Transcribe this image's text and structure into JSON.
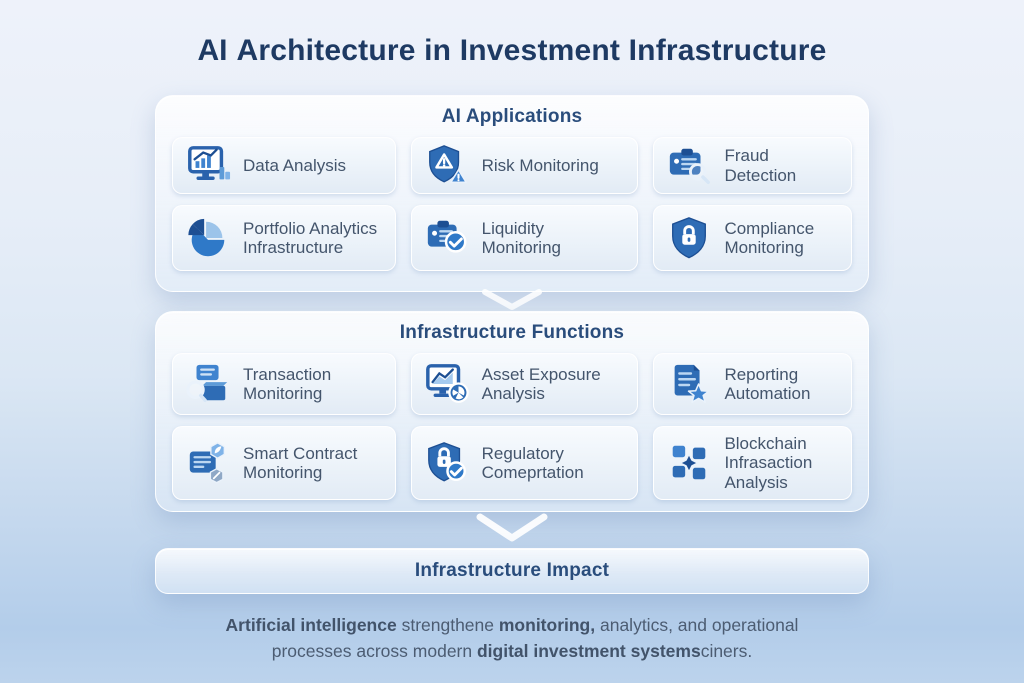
{
  "title": {
    "prefix": "AI",
    "rest": "Architecture in Investment Infrastructure"
  },
  "sections": [
    {
      "header": "AI Applications",
      "cards": [
        {
          "label": "Data Analysis",
          "icon": "monitor-chart-icon"
        },
        {
          "label": "Risk Monitoring",
          "icon": "shield-warning-icon"
        },
        {
          "label": "Fraud Detection",
          "icon": "wallet-search-icon"
        },
        {
          "label": "Portfolio Analytics Infrastructure",
          "icon": "pie-chart-icon"
        },
        {
          "label": "Liquidity Monitoring",
          "icon": "card-check-icon"
        },
        {
          "label": "Compliance Monitoring",
          "icon": "shield-lock-icon"
        }
      ]
    },
    {
      "header": "Infrastructure Functions",
      "cards": [
        {
          "label": "Transaction Monitoring",
          "icon": "document-search-box-icon"
        },
        {
          "label": "Asset Exposure Analysis",
          "icon": "monitor-gear-icon"
        },
        {
          "label": "Reporting Automation",
          "icon": "document-star-icon"
        },
        {
          "label": "Smart Contract Monitoring",
          "icon": "document-hexagon-icon"
        },
        {
          "label": "Regulatory Comeprtation",
          "icon": "shield-lock-check-icon"
        },
        {
          "label": "Blockchain Infrasaction Analysis",
          "icon": "blockchain-nodes-icon"
        }
      ]
    },
    {
      "header": "Infrastructure Impact",
      "cards": []
    }
  ],
  "footer": {
    "segments": [
      {
        "text": "Artificial intelligence ",
        "bold": true
      },
      {
        "text": "strengthene ",
        "bold": false
      },
      {
        "text": "monitoring, ",
        "bold": true
      },
      {
        "text": "analytics, and operational processes across modern ",
        "bold": false
      },
      {
        "text": "digital ",
        "bold": true
      },
      {
        "text": "investment systems",
        "bold": true
      },
      {
        "text": "ciners.",
        "bold": false
      }
    ]
  },
  "colors": {
    "title_text": "#1e3a63",
    "section_header_text": "#2a4d7c",
    "card_label_text": "#44556c",
    "icon_primary_blue": "#2e6cb5",
    "icon_mid_blue": "#3f83cf",
    "icon_light_blue": "#7fb3e8",
    "icon_dark_blue": "#1d4f93",
    "background_top": "#eef2fa",
    "background_bottom": "#b3cdea"
  }
}
